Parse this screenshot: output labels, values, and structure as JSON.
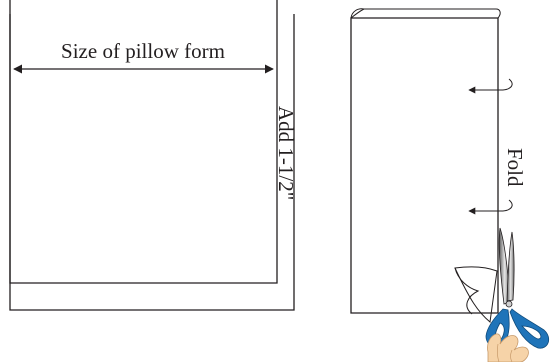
{
  "left_panel": {
    "width_label": "Size of pillow form",
    "add_label": "Add 1-1/2\""
  },
  "right_panel": {
    "fold_label": "Fold"
  },
  "colors": {
    "line": "#231f20",
    "scissor_handle": "#1f74b9",
    "scissor_blade": "#8c8c8c",
    "hand": "#f6d3a8"
  }
}
